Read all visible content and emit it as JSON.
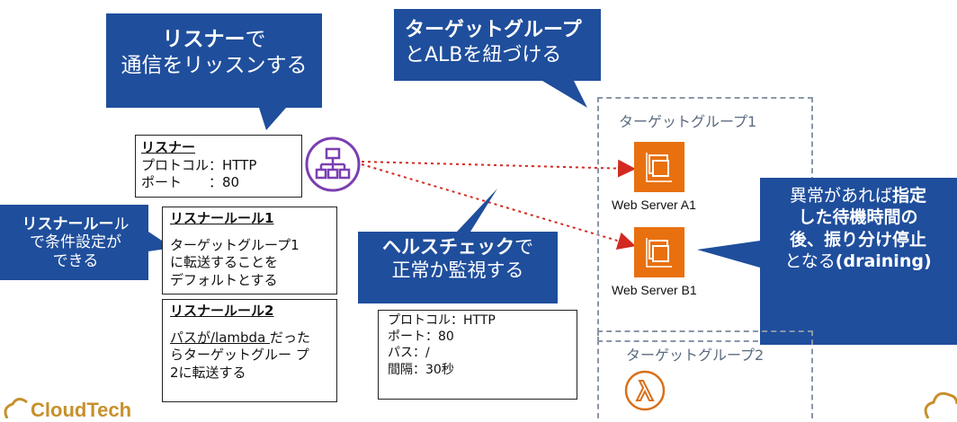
{
  "callouts": {
    "listener": {
      "line1_bold": "リスナー",
      "line1_rest": "で",
      "line2": "通信をリッスンする"
    },
    "target_group": {
      "line1_bold": "ターゲットグループ",
      "line2": "とALBを紐づける"
    },
    "listener_rule": {
      "line1_bold": "リスナールー",
      "line1_rest": "ル",
      "line2": "で条件設定が",
      "line3": "できる"
    },
    "health_check": {
      "line1_bold": "ヘルスチェック",
      "line1_rest": "で",
      "line2": "正常か監視する"
    },
    "draining": {
      "line1_rest": "異常があれば",
      "line1_bold": "指定",
      "line2": "した待機時間の",
      "line3": "後、振り分け停止",
      "line4_rest": "となる",
      "line4_bold": "(draining)"
    }
  },
  "listener_box": {
    "title": "リスナー",
    "protocol": "プロトコル：HTTP",
    "port": "ポート　　：80"
  },
  "rule1": {
    "title": "リスナールール1",
    "line1": "ターゲットグループ1",
    "line2": "に転送することを",
    "line3": "デフォルトとする"
  },
  "rule2": {
    "title": "リスナールール2",
    "line1_u": "パスが/lambda ",
    "line1_rest": "だった",
    "line2": "らターゲットグルー プ",
    "line3": "2に転送する"
  },
  "health_box": {
    "protocol": "プロトコル：HTTP",
    "port": "ポート：80",
    "path": "パス：/",
    "interval": "間隔：30秒"
  },
  "groups": {
    "group1_label": "ターゲットグループ1",
    "group2_label": "ターゲットグループ2"
  },
  "servers": {
    "a1": "Web Server A1",
    "b1": "Web Server B1"
  },
  "logo": {
    "text": "CloudTech"
  },
  "colors": {
    "callout": "#1f4e9c",
    "ec2": "#e8700f",
    "alb": "#7b3fb0",
    "arrow": "#d22a20",
    "lambda": "#d9701a"
  }
}
